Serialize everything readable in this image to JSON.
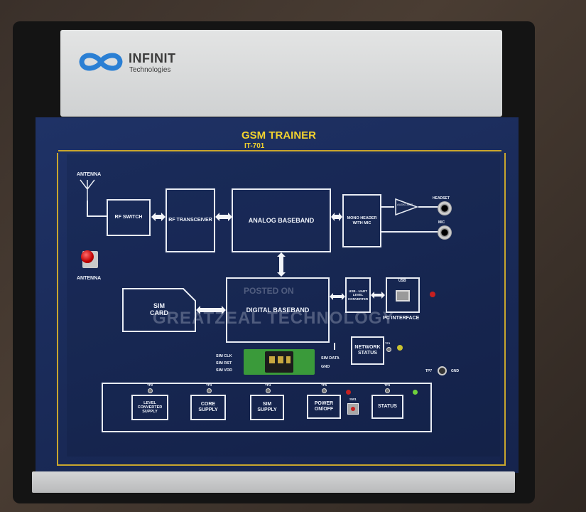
{
  "brand": {
    "name": "INFINIT",
    "sub": "Technologies"
  },
  "panel": {
    "title": "GSM TRAINER",
    "model": "IT-701"
  },
  "blocks": {
    "rf_switch": "RF SWITCH",
    "rf_transceiver": "RF TRANSCEIVER",
    "analog_baseband": "ANALOG BASEBAND",
    "mono_header": "MONO HEADER WITH MIC",
    "amp": "AUDIO AMP",
    "sim_card": "SIM CARD",
    "digital_baseband": "DIGITAL BASEBAND",
    "usb_uart": "USB - UART LEVEL CONVERTER",
    "network_status": "NETWORK STATUS",
    "level_supply": "LEVEL CONVERTER SUPPLY",
    "core_supply": "CORE SUPPLY",
    "sim_supply": "SIM SUPPLY",
    "power": "POWER ON/OFF",
    "status": "STATUS"
  },
  "labels": {
    "antenna_top": "ANTENNA",
    "antenna_conn": "ANTENNA",
    "headset": "HEADSET",
    "mic": "MIC",
    "usb": "USB",
    "pc_interface": "PC INTERFACE",
    "sim_clk": "SIM CLK",
    "sim_rst": "SIM RST",
    "sim_vdd": "SIM VDD",
    "sim_data": "SIM DATA",
    "gnd_sim": "GND",
    "tp1": "TP1",
    "tp2": "TP2",
    "tp3": "TP3",
    "tp4": "TP4",
    "tp5": "TP5",
    "tp6": "TP6",
    "tp7": "TP7",
    "gnd_tp7": "GND",
    "sw1": "SW1"
  },
  "watermark": {
    "line1": "POSTED ON",
    "line2": "GREATZEAL TECHNOLOGY"
  },
  "colors": {
    "panel_blue": "#1c2d5e",
    "gold": "#c9a62d",
    "logo_blue": "#2a7fd4",
    "title_yellow": "#f2d22e"
  }
}
